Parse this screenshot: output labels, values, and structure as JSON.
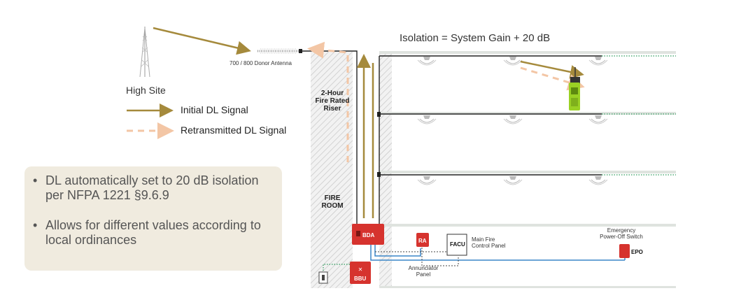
{
  "header": {
    "isolation": "Isolation = System Gain + 20 dB"
  },
  "site": {
    "high_site": "High Site",
    "antenna": "700 / 800 Donor Antenna"
  },
  "legend": {
    "initial": "Initial DL Signal",
    "retransmitted": "Retransmitted DL Signal"
  },
  "building": {
    "riser": [
      "2-Hour",
      "Fire Rated",
      "Riser"
    ],
    "fire_room": [
      "FIRE",
      "ROOM"
    ]
  },
  "devices": {
    "bda": "BDA",
    "bbu": "BBU",
    "ra": "RA",
    "facu": "FACU",
    "facu_label": [
      "Main Fire",
      "Control Panel"
    ],
    "annunciator_label": [
      "Annunciator",
      "Panel"
    ],
    "epo": "EPO",
    "epo_label": [
      "Emergency",
      "Power-Off Switch"
    ]
  },
  "info": {
    "bullets": [
      "DL automatically set to 20 dB isolation per NFPA 1221 §9.6.9",
      "Allows for different values according to local ordinances"
    ]
  },
  "colors": {
    "initial_signal": "#a58a3c",
    "retransmitted_signal": "#f3c6a5",
    "device_red": "#d6332e",
    "info_bg": "#f0ebdf"
  }
}
